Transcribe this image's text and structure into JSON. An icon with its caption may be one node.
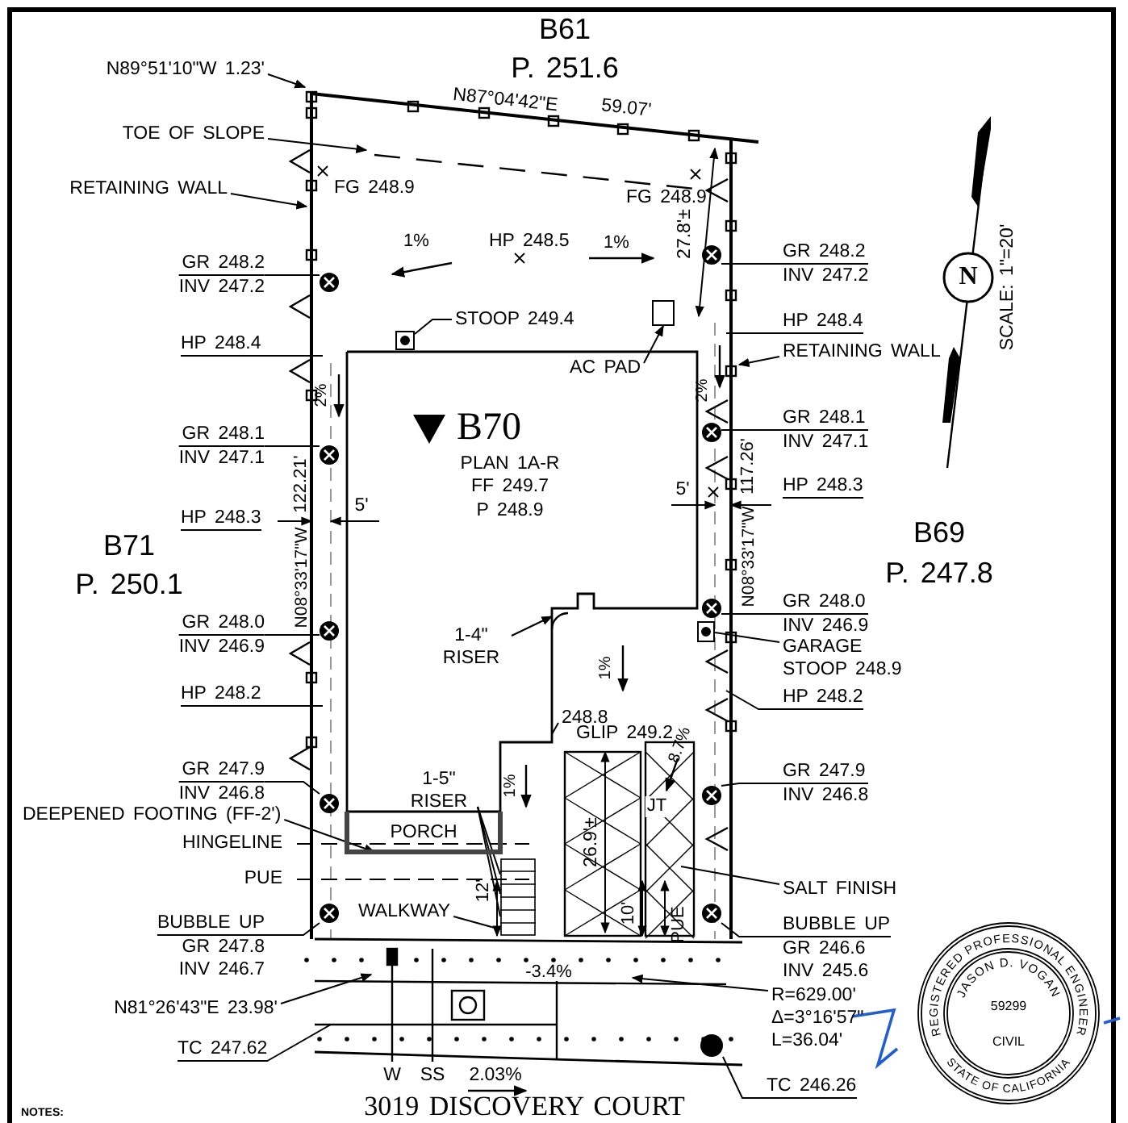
{
  "diagram": {
    "title": "3019 DISCOVERY COURT",
    "nodes": [
      {
        "text": [
          "N89°51'10\"W 1.23'"
        ]
      },
      {
        "text": [
          "TOE OF SLOPE"
        ]
      },
      {
        "text": [
          "RETAINING WALL"
        ]
      },
      {
        "text": [
          "GR 248.2",
          "INV 247.2"
        ]
      },
      {
        "text": [
          "STOOP 249.4"
        ]
      },
      {
        "text": [
          "HP 248.4"
        ]
      },
      {
        "text": [
          "GR 248.2",
          "INV 247.2"
        ]
      },
      {
        "text": [
          "HP 248.4"
        ]
      },
      {
        "text": [
          "AC PAD"
        ],
        "in": 33
      },
      {
        "text": [
          "RETAINING WALL"
        ]
      },
      {
        "text": [
          "GR 248.1",
          "INV 247.1"
        ]
      },
      {
        "text": [
          "HP 248.3"
        ]
      },
      {
        "text": [
          "GR 248.1",
          "INV 247.1"
        ]
      },
      {
        "text": [
          "HP 248.3"
        ]
      },
      {
        "text": [
          "GR 248.0",
          "INV 246.9"
        ]
      },
      {
        "text": [
          "HP 248.2"
        ]
      },
      {
        "text": [
          "1-4\" RISER"
        ],
        "in": 33
      },
      {
        "text": [
          "GR 248.0",
          "INV 246.9"
        ]
      },
      {
        "text": [
          "GARAGE STOOP 248.9"
        ]
      },
      {
        "text": [
          "HP 248.2"
        ]
      },
      {
        "text": [
          "248.8"
        ],
        "in": 33
      },
      {
        "text": [
          "GR 247.9",
          "INV 246.8"
        ]
      },
      {
        "text": [
          "1-5\" RISER"
        ],
        "in": 33
      },
      {
        "text": [
          "DEEPENED FOOTING (FF-2')"
        ]
      },
      {
        "text": [
          "GR 247.9",
          "INV 246.8"
        ]
      },
      {
        "text": [
          "SALT FINISH"
        ]
      },
      {
        "text": [
          "BUBBLE UP",
          "GR 247.8",
          "INV 246.7"
        ]
      },
      {
        "text": [
          "WALKWAY"
        ]
      },
      {
        "text": [
          "BUBBLE UP",
          "GR 246.6",
          "INV 245.6"
        ]
      },
      {
        "text": [
          "N81°26'43\"E 23.98'"
        ]
      },
      {
        "text": [
          "R=629.00'",
          "Δ=3°16'57\"",
          "L=36.04'"
        ]
      },
      {
        "text": [
          "TC 247.62"
        ]
      },
      {
        "text": [
          "TC 246.26"
        ]
      },
      {
        "text": [],
        "shape": "box"
      },
      {
        "text": [],
        "shape": "box"
      },
      {
        "text": [],
        "shape": "box"
      },
      {
        "text": [],
        "shape": "box"
      },
      {
        "text": [
          "PORCH"
        ]
      },
      {
        "text": [],
        "shape": "box"
      },
      {
        "text": [],
        "shape": "circle"
      },
      {
        "text": [],
        "shape": "circle"
      },
      {
        "text": [],
        "shape": "circle"
      },
      {
        "text": [],
        "shape": "circle"
      },
      {
        "text": [],
        "shape": "circle"
      },
      {
        "text": [],
        "shape": "circle"
      },
      {
        "text": [],
        "shape": "circle"
      },
      {
        "text": [],
        "shape": "circle"
      },
      {
        "text": [],
        "shape": "circle"
      },
      {
        "text": [],
        "shape": "circle"
      },
      {
        "text": [],
        "shape": "circle"
      }
    ],
    "edges": [
      {
        "from": 0,
        "to": null,
        "arrow": "to"
      },
      {
        "from": 1,
        "to": null,
        "arrow": "to"
      },
      {
        "from": 2,
        "to": null,
        "arrow": "to"
      },
      {
        "from": 3,
        "to": 39,
        "arrow": "none"
      },
      {
        "from": 4,
        "to": 35,
        "arrow": "none"
      },
      {
        "from": 5,
        "to": null,
        "arrow": "none"
      },
      {
        "from": 6,
        "to": 44,
        "arrow": "none"
      },
      {
        "from": 7,
        "to": null,
        "arrow": "none"
      },
      {
        "from": 8,
        "to": 34,
        "arrow": "to"
      },
      {
        "from": 9,
        "to": null,
        "arrow": "to"
      },
      {
        "from": 10,
        "to": 40,
        "arrow": "none"
      },
      {
        "from": 12,
        "to": 45,
        "arrow": "none"
      },
      {
        "from": 14,
        "to": 41,
        "arrow": "none"
      },
      {
        "from": 15,
        "to": null,
        "arrow": "none"
      },
      {
        "from": 16,
        "to": 33,
        "arrow": "to"
      },
      {
        "from": 17,
        "to": 46,
        "arrow": "none"
      },
      {
        "from": 18,
        "to": 36,
        "arrow": "none"
      },
      {
        "from": 19,
        "to": null,
        "arrow": "none"
      },
      {
        "from": 20,
        "to": 33,
        "arrow": "none"
      },
      {
        "from": 21,
        "to": 42,
        "arrow": "none"
      },
      {
        "from": 22,
        "to": 38,
        "arrow": "none"
      },
      {
        "from": 22,
        "to": 38,
        "arrow": "none"
      },
      {
        "from": 22,
        "to": 38,
        "arrow": "none"
      },
      {
        "from": 23,
        "to": 37,
        "arrow": "to"
      },
      {
        "from": 24,
        "to": 47,
        "arrow": "none"
      },
      {
        "from": 25,
        "to": null,
        "arrow": "none"
      },
      {
        "from": 26,
        "to": 43,
        "arrow": "none"
      },
      {
        "from": 27,
        "to": 38,
        "arrow": "none"
      },
      {
        "from": 28,
        "to": 48,
        "arrow": "none"
      },
      {
        "from": 29,
        "to": null,
        "arrow": "to"
      },
      {
        "from": 30,
        "to": null,
        "arrow": "to"
      },
      {
        "from": 31,
        "to": null,
        "arrow": "none"
      },
      {
        "from": 32,
        "to": 49,
        "arrow": "none"
      }
    ],
    "labels": [
      "B61",
      "P. 251.6",
      "N87°04'42\"E",
      "59.07'",
      "FG 248.9",
      "FG 248.9",
      "1%",
      "HP 248.5",
      "1%",
      "27.8'±",
      "N",
      "SCALE: 1\"=20'",
      "2%",
      "2%",
      "B70",
      "PLAN 1A-R",
      "FF 249.7",
      "P 248.9",
      "122.21'",
      "5'",
      "5'",
      "117.26'",
      "B71",
      "N08°33'17\"W",
      "B69",
      "P. 250.1",
      "N08°33'17\"W",
      "P. 247.8",
      "1%",
      "GLIP 249.2",
      "8.7%",
      "1%",
      "JT",
      "HINGELINE",
      "26.9'±",
      "PUE",
      "12'",
      "10'",
      "PUE",
      "-3.4%",
      "W",
      "SS",
      "2.03%",
      "NOTES:",
      "REGISTERED PROFESSIONAL ENGINEER",
      "JASON D. VOGAN",
      "59299",
      "CIVIL",
      "STATE OF CALIFORNIA"
    ]
  }
}
